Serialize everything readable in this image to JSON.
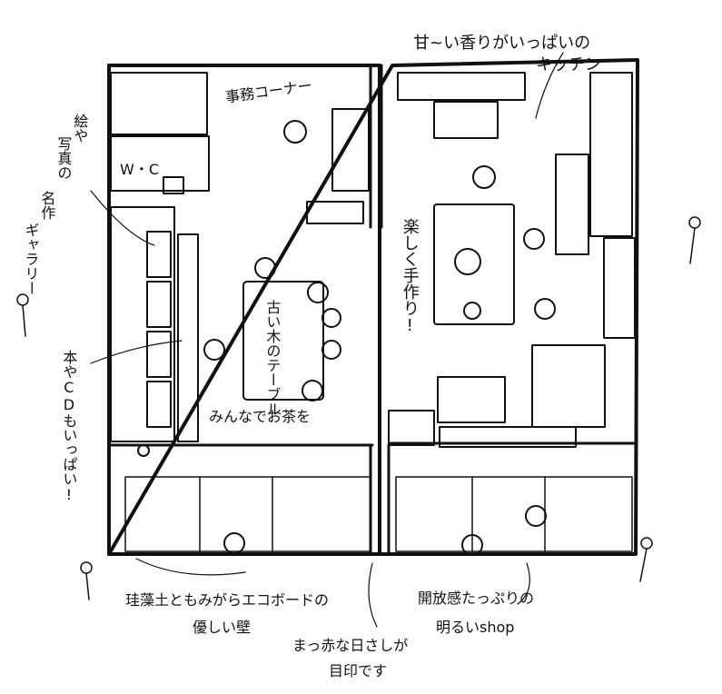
{
  "labels": {
    "kitchen_line1": "甘~い香りがいっぱいの",
    "kitchen_line2": "キッチン",
    "office_corner": "事務コーナー",
    "wc": "W・C",
    "gallery_1": "絵や",
    "gallery_2": "写真の",
    "gallery_3": "名作",
    "gallery_4": "ギャラリー",
    "handmade": "楽しく手作り!",
    "old_table": "古い木のテーブル",
    "tea_time": "みんなでお茶を",
    "books_cd": "本やCDもいっぱい!",
    "wall_line1": "珪藻土ともみがらエコボードの",
    "wall_line2": "優しい壁",
    "sunshade_line1": "まっ赤な日さしが",
    "sunshade_line2": "目印です",
    "shop_line1": "開放感たっぷりの",
    "shop_line2": "明るいshop"
  }
}
